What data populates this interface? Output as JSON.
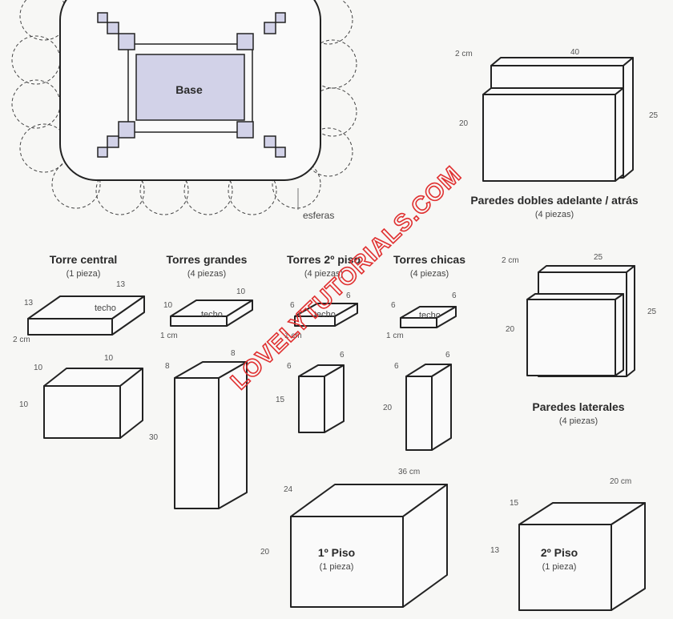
{
  "base_plan": {
    "label": "Base",
    "spheres_label": "esferas",
    "accent": "#d2d2e8"
  },
  "pieces": {
    "torre_central": {
      "title": "Torre central",
      "count": "(1 pieza)",
      "roof": "techo",
      "roof_dims": [
        "13",
        "13",
        "2 cm"
      ],
      "body_dims": [
        "10",
        "10",
        "10"
      ]
    },
    "torres_grandes": {
      "title": "Torres grandes",
      "count": "(4 piezas)",
      "roof": "techo",
      "roof_dims": [
        "10",
        "10",
        "1 cm"
      ],
      "body_dims": [
        "8",
        "8",
        "30"
      ]
    },
    "torres_2_piso": {
      "title": "Torres 2º piso",
      "count": "(4 piezas)",
      "roof": "techo",
      "roof_dims": [
        "6",
        "6",
        "1 cm"
      ],
      "body_dims": [
        "6",
        "6",
        "15"
      ]
    },
    "torres_chicas": {
      "title": "Torres chicas",
      "count": "(4 piezas)",
      "roof": "techo",
      "roof_dims": [
        "6",
        "6",
        "1 cm"
      ],
      "body_dims": [
        "6",
        "6",
        "20"
      ]
    },
    "paredes_dobles": {
      "title": "Paredes dobles adelante / atrás",
      "count": "(4 piezas)",
      "dims": [
        "2 cm",
        "40",
        "20",
        "25"
      ]
    },
    "paredes_laterales": {
      "title": "Paredes laterales",
      "count": "(4 piezas)",
      "dims": [
        "2 cm",
        "25",
        "20",
        "25"
      ]
    },
    "piso_1": {
      "title": "1º Piso",
      "count": "(1 pieza)",
      "dims": [
        "36 cm",
        "24",
        "20"
      ]
    },
    "piso_2": {
      "title": "2º Piso",
      "count": "(1 pieza)",
      "dims": [
        "20 cm",
        "15",
        "13"
      ]
    }
  },
  "watermark": "LOVELYTUTORIALS.COM"
}
